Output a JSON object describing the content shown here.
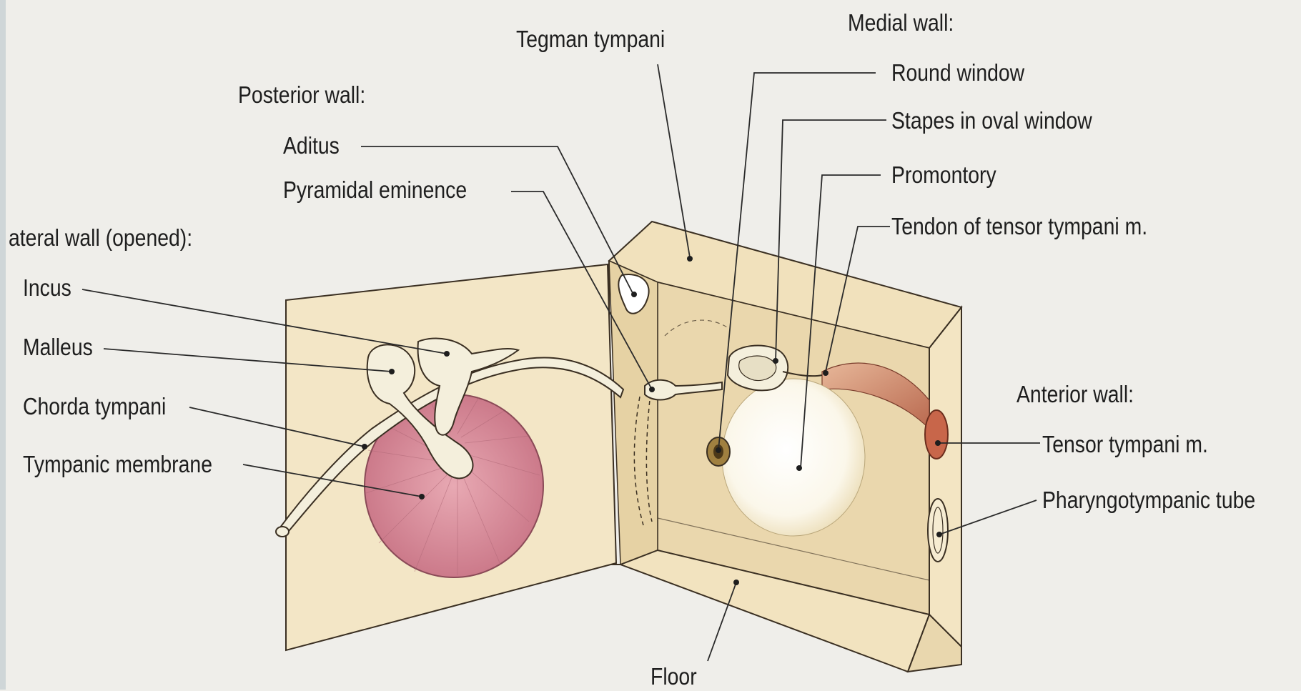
{
  "labels": {
    "tegmen_tympani": "Tegman tympani",
    "medial_wall": "Medial wall:",
    "round_window": "Round window",
    "stapes_oval_window": "Stapes in oval window",
    "promontory": "Promontory",
    "tendon_tensor_tympani": "Tendon of tensor tympani m.",
    "posterior_wall": "Posterior wall:",
    "aditus": "Aditus",
    "pyramidal_eminence": "Pyramidal eminence",
    "lateral_wall": "ateral wall (opened):",
    "incus": "Incus",
    "malleus": "Malleus",
    "chorda_tympani": "Chorda tympani",
    "tympanic_membrane": "Tympanic membrane",
    "anterior_wall": "Anterior wall:",
    "tensor_tympani": "Tensor tympani m.",
    "pharyngotympanic_tube": "Pharyngotympanic tube",
    "floor": "Floor"
  },
  "colors": {
    "background": "#efeeea",
    "wall_face": "#f3e6c6",
    "wall_shadow": "#e2cfa3",
    "wall_outline": "#3a2f22",
    "membrane": "#d98e9c",
    "ossicle": "#f4efdc",
    "muscle": "#c9826a",
    "leader_line": "#2a2a2a"
  }
}
